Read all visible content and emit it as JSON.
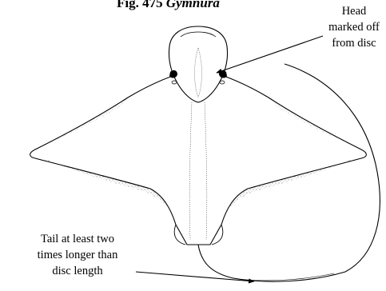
{
  "figure": {
    "title_prefix": "Fig. 475 ",
    "title_genus": "Gymnura"
  },
  "annotations": {
    "head": [
      "Head",
      "marked off",
      "from disc"
    ],
    "tail": [
      "Tail at least two",
      "times longer than",
      "disc length"
    ]
  },
  "colors": {
    "ink": "#000000",
    "background": "#ffffff"
  }
}
